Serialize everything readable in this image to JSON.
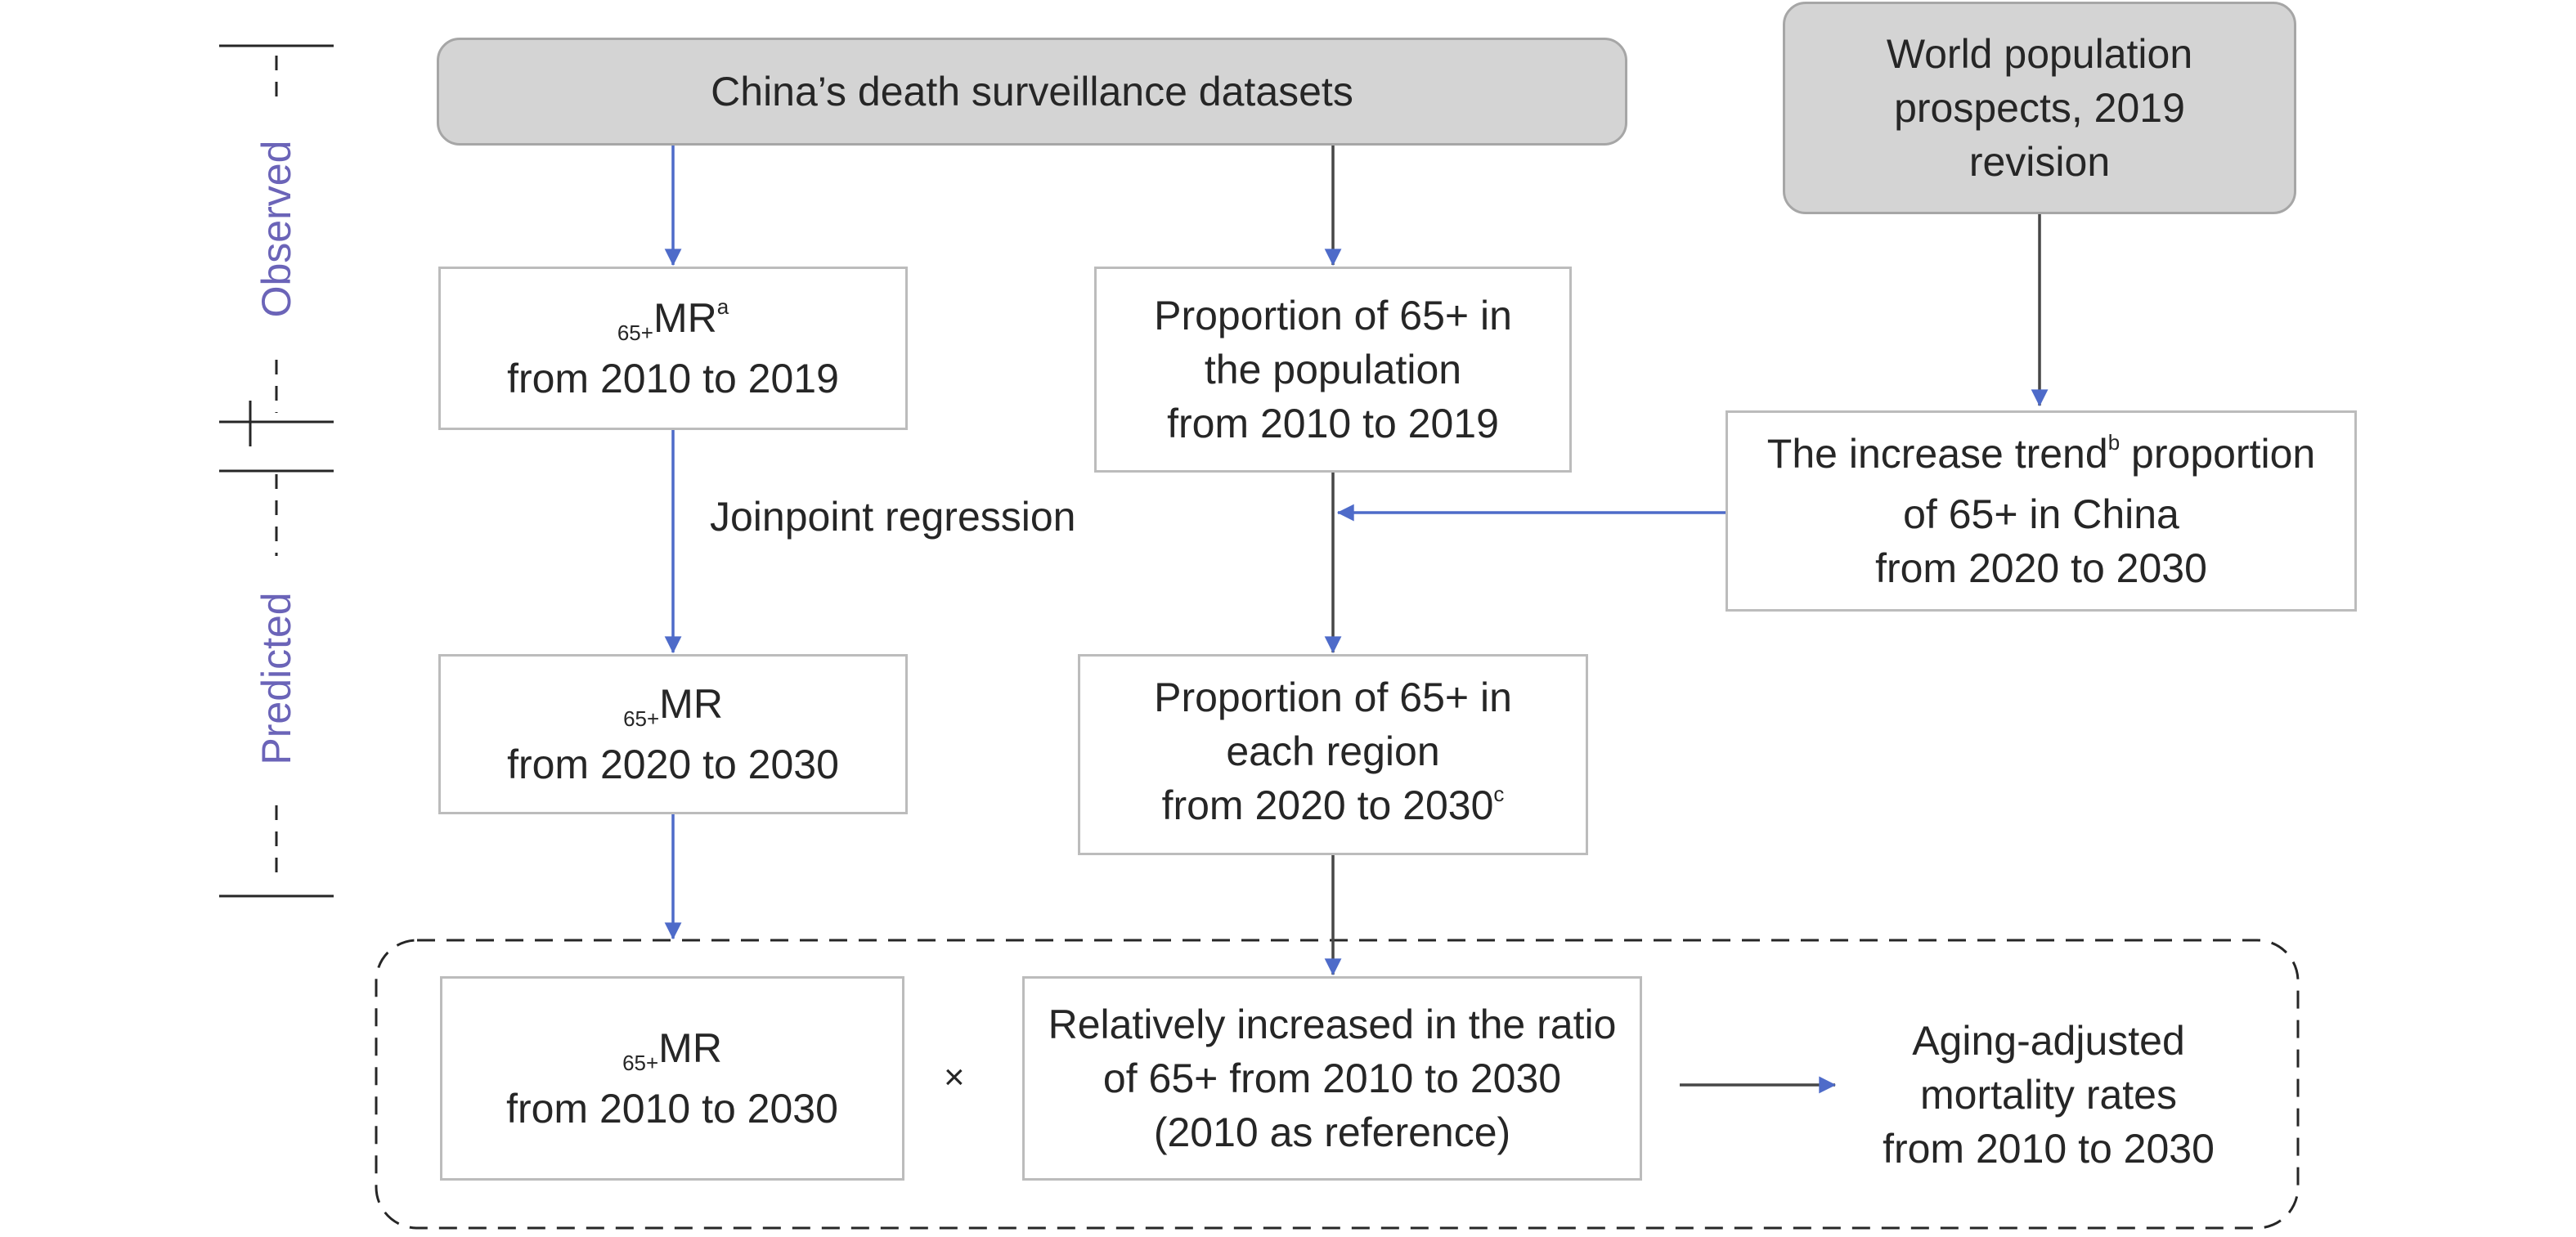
{
  "phases": {
    "observed": "Observed",
    "predicted": "Predicted"
  },
  "boxes": {
    "death_surveillance": {
      "lines": [
        "China’s death surveillance datasets"
      ]
    },
    "world_population": {
      "lines": [
        "World population",
        "prospects, 2019",
        "revision"
      ]
    },
    "mr_observed": {
      "prefix": "65+",
      "main": "MR",
      "sup": "a",
      "lines": [
        "from 2010 to 2019"
      ]
    },
    "proportion_observed": {
      "lines": [
        "Proportion of  65+ in",
        "the population",
        "from 2010 to 2019"
      ]
    },
    "increase_trend": {
      "line1_pre": "The increase trend",
      "line1_sup": "b",
      "line1_post": " proportion",
      "lines": [
        "of  65+ in China",
        "from 2020 to 2030"
      ]
    },
    "mr_predicted": {
      "prefix": "65+",
      "main": "MR",
      "lines": [
        "from 2020 to 2030"
      ]
    },
    "proportion_region": {
      "lines": [
        "Proportion  of  65+ in",
        "each region"
      ],
      "last_line": "from 2020 to 2030",
      "last_sup": "c"
    },
    "mr_combined": {
      "prefix": "65+",
      "main": "MR",
      "lines": [
        "from 2010 to 2030"
      ]
    },
    "ratio": {
      "lines": [
        "Relatively increased in the ratio",
        "of  65+ from 2010 to 2030",
        "(2010 as reference)"
      ]
    },
    "aging_adjusted": {
      "lines": [
        "Aging-adjusted",
        "mortality rates",
        "from 2010 to 2030"
      ]
    }
  },
  "labels": {
    "joinpoint": "Joinpoint regression",
    "multiply": "×"
  },
  "colors": {
    "blue_arrow": "#4e6bc9",
    "dark_arrow": "#474747",
    "phase_text": "#6b64b8",
    "source_fill": "#d4d4d4",
    "box_border": "#bcbcbc"
  }
}
